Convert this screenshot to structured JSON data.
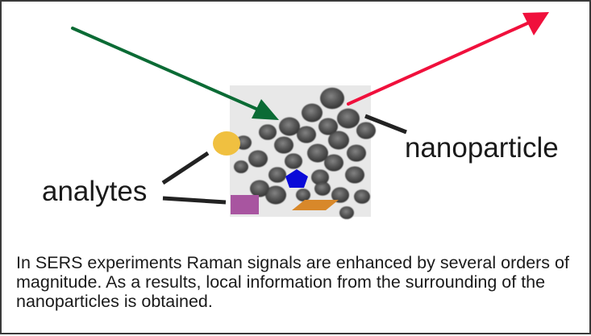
{
  "labels": {
    "nanoparticle": "nanoparticle",
    "analytes": "analytes"
  },
  "caption": "In SERS experiments Raman signals are enhanced by several orders of magnitude. As a results, local information from the surrounding of the nanoparticles is obtained.",
  "colors": {
    "incident_arrow": "#0b6b35",
    "scattered_arrow": "#f0103c",
    "analyte_circle": "#f0c040",
    "analyte_pentagon": "#0a0ad8",
    "analyte_square": "#a855a0",
    "analyte_parallelogram": "#d8882a",
    "leader_line": "#222222",
    "image_background": "#e8e8e8",
    "particle": "#3c3c3c"
  },
  "icons": {
    "incident": "arrow-incident-icon",
    "scattered": "arrow-scattered-icon"
  }
}
